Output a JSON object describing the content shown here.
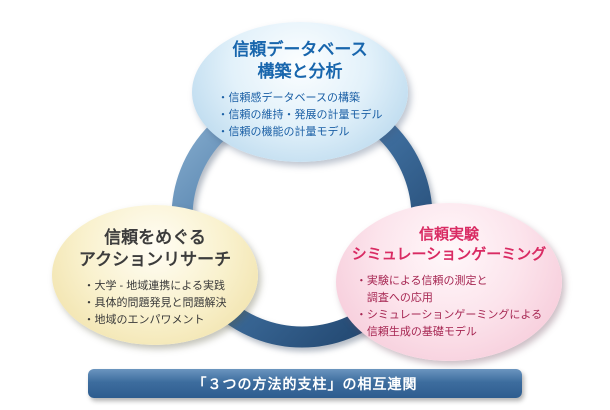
{
  "nodes": {
    "database": {
      "title_line1": "信頼データベース",
      "title_line2": "構築と分析",
      "bullets": [
        "・信頼感データベースの構築",
        "・信頼の維持・発展の計量モデル",
        "・信頼の機能の計量モデル"
      ]
    },
    "action_research": {
      "title_line1": "信頼をめぐる",
      "title_line2": "アクションリサーチ",
      "bullets": [
        "・大学 - 地域連携による実践",
        "・具体的問題発見と問題解決",
        "・地域のエンパワメント"
      ]
    },
    "experiment": {
      "title_line1": "信頼実験",
      "title_line2": "シミュレーションゲーミング",
      "bullets": [
        "・実験による信頼の測定と\n　調査への応用",
        "・シミュレーションゲーミングによる\n　信頼生成の基礎モデル"
      ]
    }
  },
  "banner": {
    "label": "「３つの方法的支柱」の相互連関"
  },
  "colors": {
    "ring_light": "#8cb2d2",
    "ring_mid": "#3f6f9f",
    "ring_dark": "#1a3c63",
    "node_top_fill": "#abd0e9",
    "node_left_fill": "#eedd9f",
    "node_right_fill": "#f4c2d3",
    "top_text": "#1866ad",
    "right_title": "#d92b63",
    "right_bullets": "#a62652",
    "banner_bg": "#3d6d9e"
  }
}
